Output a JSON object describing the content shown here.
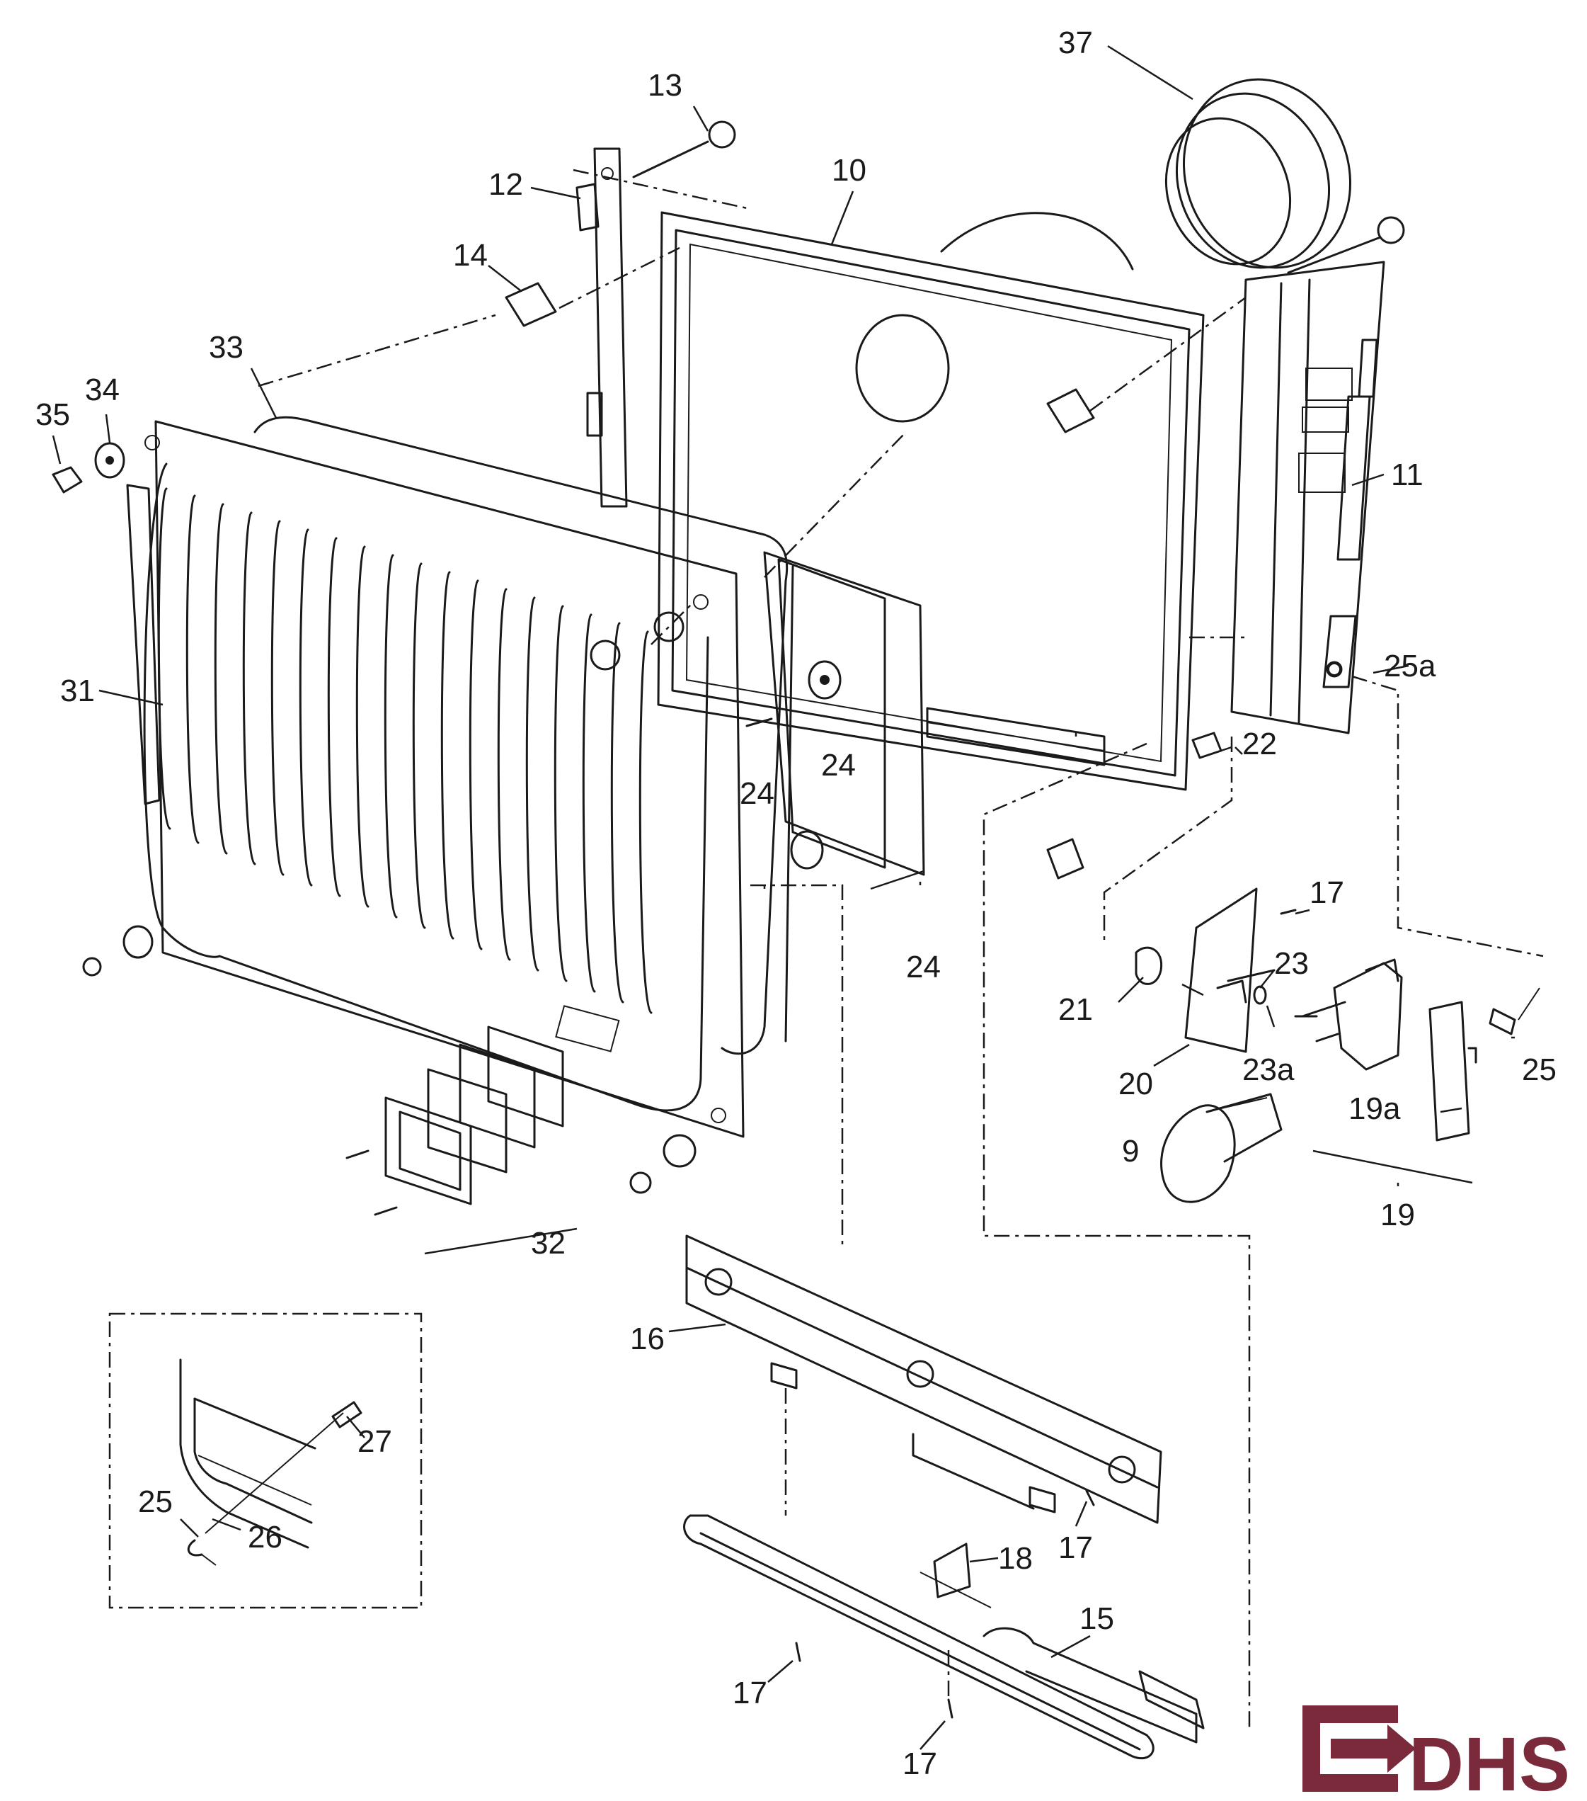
{
  "diagram": {
    "type": "exploded-parts-diagram",
    "callouts": [
      {
        "id": "c37",
        "text": "37"
      },
      {
        "id": "c13",
        "text": "13"
      },
      {
        "id": "c10",
        "text": "10"
      },
      {
        "id": "c12",
        "text": "12"
      },
      {
        "id": "c14",
        "text": "14"
      },
      {
        "id": "c33",
        "text": "33"
      },
      {
        "id": "c34",
        "text": "34"
      },
      {
        "id": "c35",
        "text": "35"
      },
      {
        "id": "c11",
        "text": "11"
      },
      {
        "id": "c31",
        "text": "31"
      },
      {
        "id": "c25a",
        "text": "25a"
      },
      {
        "id": "c22",
        "text": "22"
      },
      {
        "id": "c24a",
        "text": "24"
      },
      {
        "id": "c24b",
        "text": "24"
      },
      {
        "id": "c24c",
        "text": "24"
      },
      {
        "id": "c17a",
        "text": "17"
      },
      {
        "id": "c23",
        "text": "23"
      },
      {
        "id": "c21",
        "text": "21"
      },
      {
        "id": "c23a",
        "text": "23a"
      },
      {
        "id": "c25b",
        "text": "25"
      },
      {
        "id": "c20",
        "text": "20"
      },
      {
        "id": "c19a",
        "text": "19a"
      },
      {
        "id": "c9",
        "text": "9"
      },
      {
        "id": "c19",
        "text": "19"
      },
      {
        "id": "c32",
        "text": "32"
      },
      {
        "id": "c16",
        "text": "16"
      },
      {
        "id": "c27",
        "text": "27"
      },
      {
        "id": "c25c",
        "text": "25"
      },
      {
        "id": "c26",
        "text": "26"
      },
      {
        "id": "c17b",
        "text": "17"
      },
      {
        "id": "c18",
        "text": "18"
      },
      {
        "id": "c15",
        "text": "15"
      },
      {
        "id": "c17c",
        "text": "17"
      },
      {
        "id": "c17d",
        "text": "17"
      }
    ]
  },
  "logo": {
    "text": "DHS",
    "color": "#7a2a3a"
  }
}
